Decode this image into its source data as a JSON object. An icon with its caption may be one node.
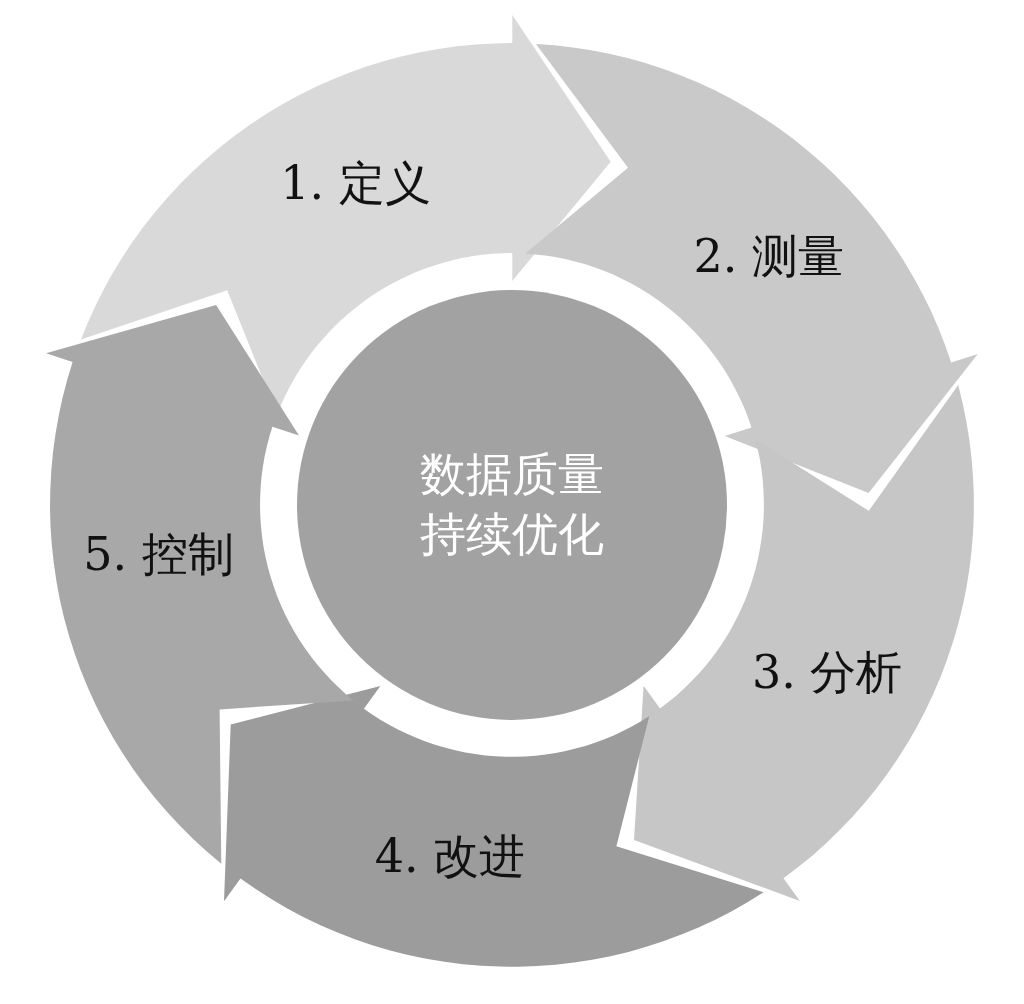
{
  "diagram": {
    "nodes": [
      {
        "text": [
          "1. 定义"
        ]
      },
      {
        "text": [
          "2. 测量"
        ]
      },
      {
        "text": [
          "3. 分析"
        ]
      },
      {
        "text": [
          "4. 改进"
        ]
      },
      {
        "text": [
          "5. 控制"
        ]
      },
      {
        "text": [
          "数据质量持续优化"
        ]
      }
    ]
  }
}
